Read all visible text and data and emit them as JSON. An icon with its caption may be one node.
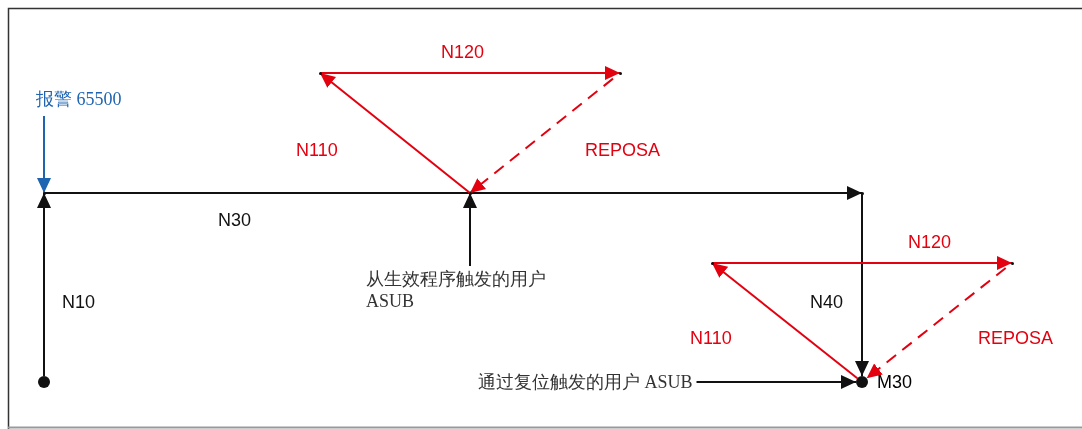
{
  "diagram": {
    "nodes": [
      {
        "text": [],
        "shape": "circle"
      },
      {
        "text": [
          "报警 65500"
        ]
      },
      {
        "text": [
          "从生效程序触发的用户 ASUB"
        ]
      },
      {
        "text": [
          "通过复位触发的用户 ASUB"
        ]
      },
      {
        "text": [],
        "shape": "circle",
        "beside": [
          "M30"
        ]
      },
      {
        "text": [],
        "shape": "point"
      },
      {
        "text": [],
        "shape": "point"
      },
      {
        "text": [],
        "shape": "point"
      },
      {
        "text": [],
        "shape": "point"
      },
      {
        "text": [],
        "shape": "point"
      },
      {
        "text": [],
        "shape": "point"
      },
      {
        "text": [],
        "shape": "point"
      }
    ],
    "edges": [
      {
        "from": 0,
        "to": 5,
        "arrow": "to",
        "label": "N10",
        "color": "#111111"
      },
      {
        "from": 5,
        "to": 9,
        "arrow": "to",
        "label": "N30",
        "color": "#111111"
      },
      {
        "from": 9,
        "to": 4,
        "arrow": "to",
        "label": "N40",
        "color": "#111111"
      },
      {
        "from": 1,
        "to": 5,
        "arrow": "to",
        "color": "#1f64b0"
      },
      {
        "from": 6,
        "to": 7,
        "arrow": "to",
        "label": "N110"
      },
      {
        "from": 7,
        "to": 8,
        "arrow": "to",
        "label": "N120"
      },
      {
        "from": 8,
        "to": 6,
        "arrow": "to",
        "label": "REPOSA",
        "style": "dashed"
      },
      {
        "from": 2,
        "to": 6,
        "arrow": "to",
        "color": "#111111"
      },
      {
        "from": 4,
        "to": 10,
        "arrow": "to",
        "label": "N110"
      },
      {
        "from": 10,
        "to": 11,
        "arrow": "to",
        "label": "N120"
      },
      {
        "from": 11,
        "to": 4,
        "arrow": "to",
        "label": "REPOSA",
        "style": "dashed"
      },
      {
        "from": 3,
        "to": 4,
        "arrow": "to",
        "color": "#111111"
      }
    ]
  }
}
